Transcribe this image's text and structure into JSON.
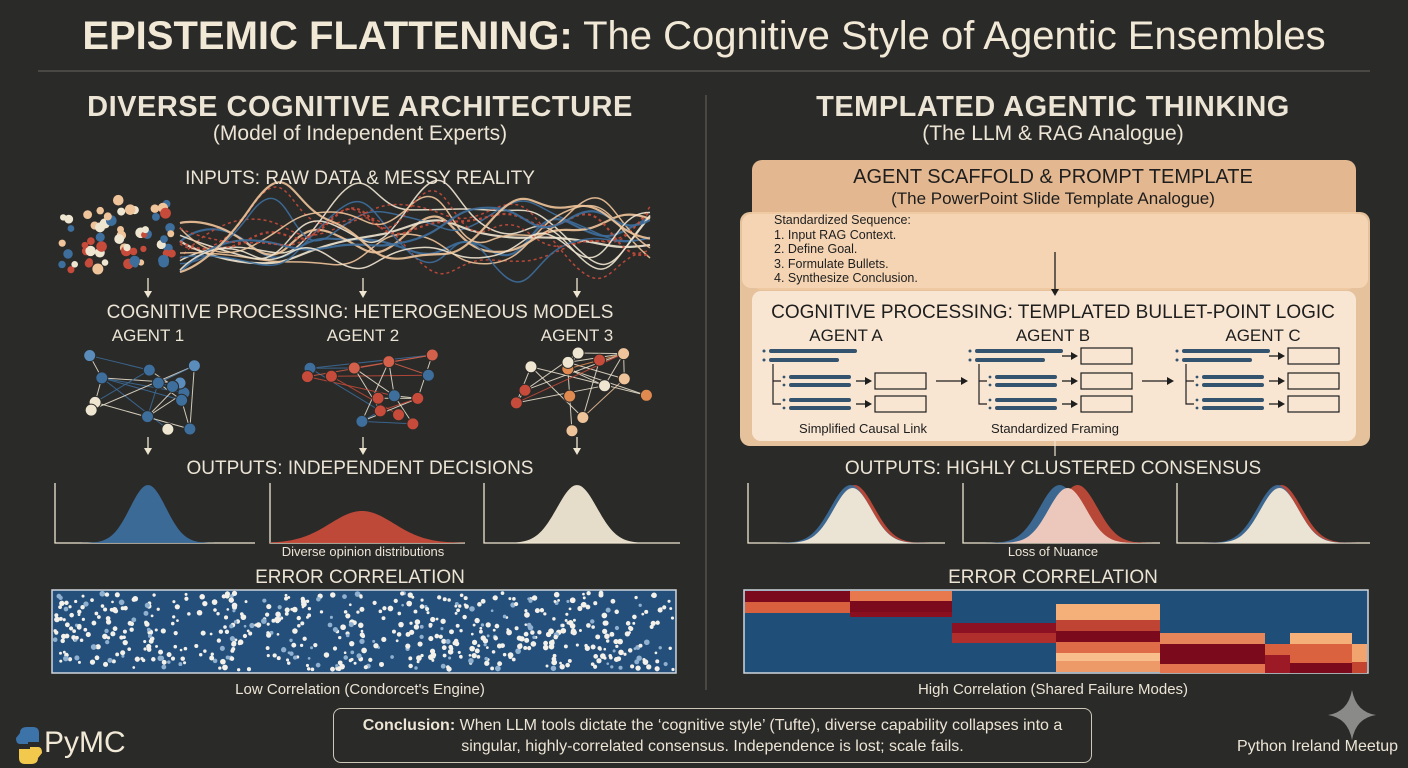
{
  "title": {
    "bold": "EPISTEMIC FLATTENING:",
    "rest": " The Cognitive Style of Agentic Ensembles"
  },
  "left": {
    "heading": "DIVERSE COGNITIVE ARCHITECTURE",
    "subheading": "(Model of Independent Experts)",
    "inputs": "INPUTS: RAW DATA & MESSY REALITY",
    "processing": "COGNITIVE PROCESSING: HETEROGENEOUS MODELS",
    "agents": [
      "AGENT 1",
      "AGENT 2",
      "AGENT 3"
    ],
    "outputs": "OUTPUTS: INDEPENDENT DECISIONS",
    "dist_caption": "Diverse opinion distributions",
    "error_title": "ERROR CORRELATION",
    "error_caption": "Low Correlation (Condorcet's Engine)"
  },
  "right": {
    "heading": "TEMPLATED AGENTIC THINKING",
    "subheading": "(The LLM & RAG Analogue)",
    "scaffold_title": "AGENT SCAFFOLD & PROMPT TEMPLATE",
    "scaffold_sub": "(The PowerPoint Slide Template Analogue)",
    "sequence": [
      "Standardized Sequence:",
      "1. Input RAG Context.",
      "2. Define Goal.",
      "3. Formulate Bullets.",
      "4. Synthesize Conclusion."
    ],
    "processing": "COGNITIVE PROCESSING: TEMPLATED BULLET-POINT LOGIC",
    "agents": [
      "AGENT A",
      "AGENT B",
      "AGENT C"
    ],
    "link_label": "Simplified Causal Link",
    "framing_label": "Standardized Framing",
    "outputs": "OUTPUTS: HIGHLY CLUSTERED CONSENSUS",
    "dist_caption": "Loss of Nuance",
    "error_title": "ERROR CORRELATION",
    "error_caption": "High Correlation (Shared Failure Modes)"
  },
  "footer": {
    "logo": "PyMC",
    "conclusion_bold": "Conclusion:",
    "conclusion_text": " When LLM tools dictate the ‘cognitive style’ (Tufte), diverse capability collapses into a singular, highly-correlated consensus. Independence is lost; scale fails.",
    "meetup": "Python Ireland Meetup"
  },
  "colors": {
    "blue": "#3d6e9c",
    "red": "#c64b3a",
    "cream": "#efe6d2",
    "peach": "#f0c49a",
    "darkred": "#7a0a1c",
    "bg": "#2a2a29"
  }
}
